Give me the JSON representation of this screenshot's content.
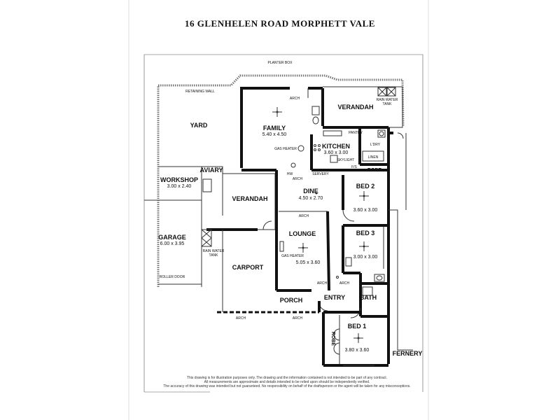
{
  "title": "16 GLENHELEN ROAD MORPHETT VALE",
  "rooms": {
    "family": {
      "name": "FAMILY",
      "dims": "5.40 x 4.50"
    },
    "verandah_top": {
      "name": "VERANDAH"
    },
    "kitchen": {
      "name": "KITCHEN",
      "dims": "3.60 x 3.00"
    },
    "yard": {
      "name": "YARD"
    },
    "workshop": {
      "name": "WORKSHOP",
      "dims": "3.00 x 2.40"
    },
    "aviary": {
      "name": "AVIARY"
    },
    "verandah_mid": {
      "name": "VERANDAH"
    },
    "dine": {
      "name": "DINE",
      "dims": "4.50 x 2.70"
    },
    "bed2": {
      "name": "BED 2",
      "dims": "3.60 x 3.00"
    },
    "garage": {
      "name": "GARAGE",
      "dims": "6.00 x 3.95"
    },
    "lounge": {
      "name": "LOUNGE",
      "dims": "5.05 x 3.60"
    },
    "bed3": {
      "name": "BED 3",
      "dims": "3.00 x 3.00"
    },
    "carport": {
      "name": "CARPORT"
    },
    "porch": {
      "name": "PORCH"
    },
    "entry": {
      "name": "ENTRY"
    },
    "bath": {
      "name": "BATH"
    },
    "bed1": {
      "name": "BED 1",
      "dims": "3.80 x 3.60"
    },
    "fernery": {
      "name": "FERNERY"
    },
    "ldry": {
      "name": "L'DRY"
    },
    "linen": {
      "name": "LINEN"
    },
    "robe_bed2": {
      "name": "ROBE"
    },
    "robe_bed1": {
      "name": "ROBE"
    }
  },
  "annotations": {
    "planter_box": "PLANTER BOX",
    "retaining_wall": "RETAINING WALL",
    "arch": "ARCH",
    "rain_water_tank": "RAIN WATER",
    "tank": "TANK",
    "gas_heater": "GAS HEATER",
    "pantry": "PANTRY",
    "skylight": "SKYLIGHT",
    "fs": "F/S",
    "servery": "SERVERY",
    "hw": "HW",
    "roller_door": "ROLLER DOOR"
  },
  "disclaimer": [
    "This drawing is for illustration purposes only. The drawing and the information contained is not intended to be part of any contract.",
    "All measurements are approximate and details intended to be relied upon should be independently verified.",
    "The accuracy of this drawing was intended but not guaranteed. No responsibility on behalf of the draftsperson or the agent will be taken for any misconceptions."
  ]
}
